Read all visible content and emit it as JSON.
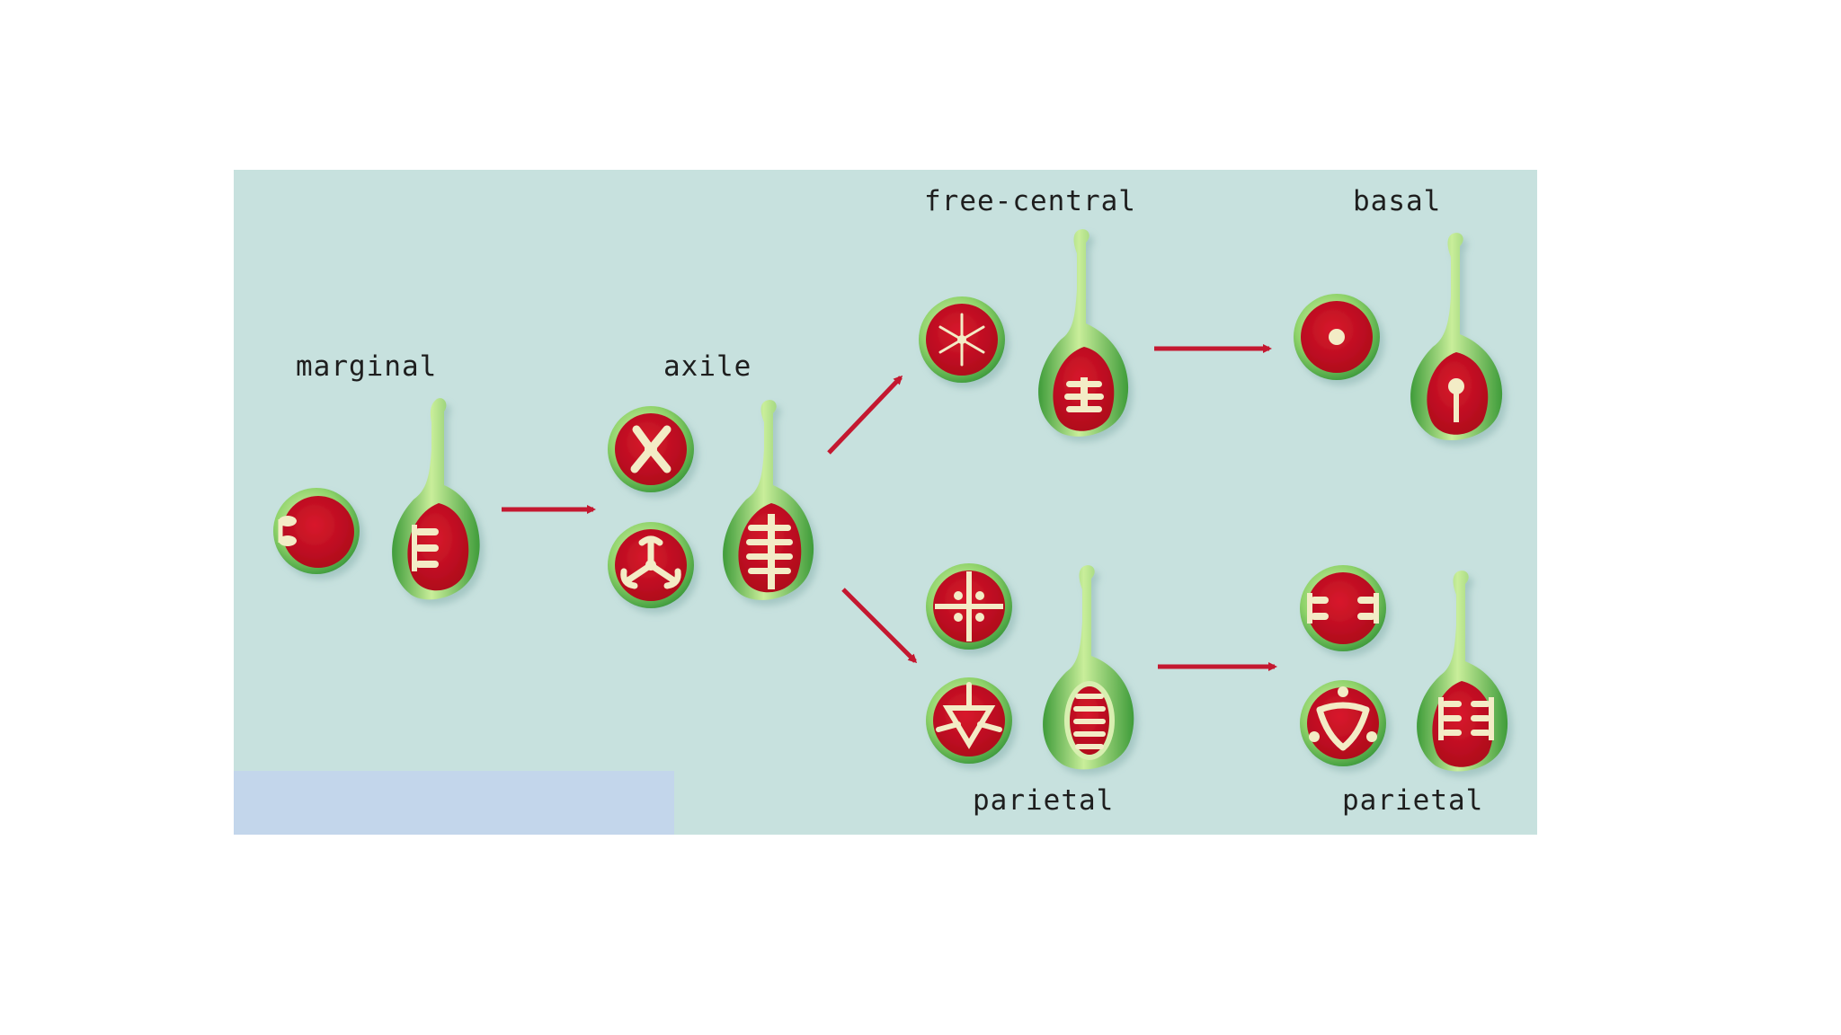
{
  "labels": {
    "marginal": "marginal",
    "axile": "axile",
    "free_central": "free-central",
    "basal": "basal",
    "parietal_1": "parietal",
    "parietal_2": "parietal"
  },
  "colors": {
    "panel": "#c7e1de",
    "overlay": "#c3d6eb",
    "green_dark": "#3d9a3c",
    "green_light": "#c9eb9a",
    "red": "#c50e22",
    "cream": "#f3ecc6",
    "arrow": "#c41830"
  }
}
